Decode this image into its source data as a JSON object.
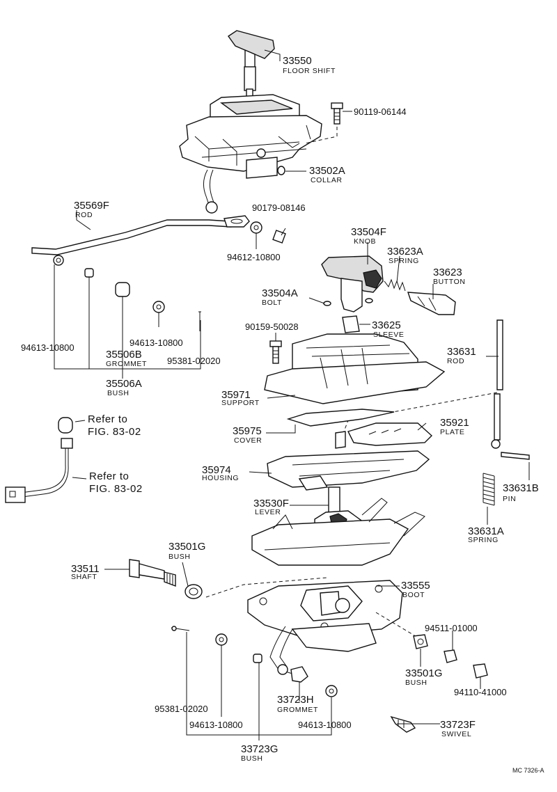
{
  "parts": {
    "p33550": {
      "number": "33550",
      "name": "FLOOR SHIFT"
    },
    "p90119": {
      "number": "90119-06144"
    },
    "p33502A": {
      "number": "33502A",
      "name": "COLLAR"
    },
    "p35569F": {
      "number": "35569F",
      "name": "ROD"
    },
    "p90179": {
      "number": "90179-08146"
    },
    "p94612": {
      "number": "94612-10800"
    },
    "p33504F": {
      "number": "33504F",
      "name": "KNOB"
    },
    "p33623A": {
      "number": "33623A",
      "name": "SPRING"
    },
    "p33623": {
      "number": "33623",
      "name": "BUTTON"
    },
    "p33504A": {
      "number": "33504A",
      "name": "BOLT"
    },
    "p90159": {
      "number": "90159-50028"
    },
    "p33625": {
      "number": "33625",
      "name": "SLEEVE"
    },
    "p94613_a": {
      "number": "94613-10800"
    },
    "p35506B": {
      "number": "35506B",
      "name": "GROMMET"
    },
    "p94613_b": {
      "number": "94613-10800"
    },
    "p95381_a": {
      "number": "95381-02020"
    },
    "p35506A": {
      "number": "35506A",
      "name": "BUSH"
    },
    "p33631": {
      "number": "33631",
      "name": "ROD"
    },
    "p35971": {
      "number": "35971",
      "name": "SUPPORT"
    },
    "p35975": {
      "number": "35975",
      "name": "COVER"
    },
    "p35921": {
      "number": "35921",
      "name": "PLATE"
    },
    "p35974": {
      "number": "35974",
      "name": "HOUSING"
    },
    "p33631B": {
      "number": "33631B",
      "name": "PIN"
    },
    "p33530F": {
      "number": "33530F",
      "name": "LEVER"
    },
    "p33631A": {
      "number": "33631A",
      "name": "SPRING"
    },
    "p33501G_a": {
      "number": "33501G",
      "name": "BUSH"
    },
    "p33511": {
      "number": "33511",
      "name": "SHAFT"
    },
    "p33555": {
      "number": "33555",
      "name": "BOOT"
    },
    "p94511": {
      "number": "94511-01000"
    },
    "p33501G_b": {
      "number": "33501G",
      "name": "BUSH"
    },
    "p94110": {
      "number": "94110-41000"
    },
    "p95381_b": {
      "number": "95381-02020"
    },
    "p33723H": {
      "number": "33723H",
      "name": "GROMMET"
    },
    "p94613_c": {
      "number": "94613-10800"
    },
    "p94613_d": {
      "number": "94613-10800"
    },
    "p33723F": {
      "number": "33723F",
      "name": "SWIVEL"
    },
    "p33723G": {
      "number": "33723G",
      "name": "BUSH"
    }
  },
  "refs": {
    "ref1_line1": "Refer to",
    "ref1_line2": "FIG. 83-02",
    "ref2_line1": "Refer to",
    "ref2_line2": "FIG. 83-02"
  },
  "footer": "MC 7326-A"
}
